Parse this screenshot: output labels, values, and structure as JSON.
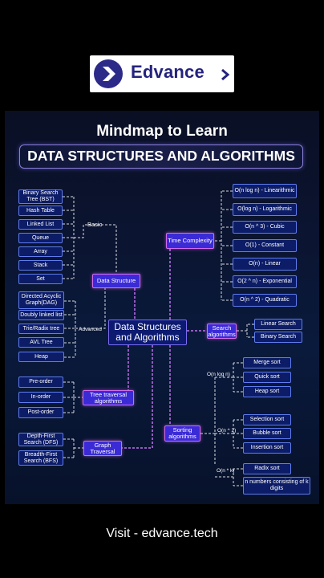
{
  "brand": {
    "name": "Edvance",
    "logo_color": "#2b2a88"
  },
  "poster": {
    "subtitle": "Mindmap to Learn",
    "title": "DATA STRUCTURES AND ALGORITHMS"
  },
  "mindmap": {
    "center": "Data Structures and Algorithms",
    "data_structure": {
      "hub": "Data Structure",
      "basic_label": "Basic",
      "advanced_label": "Advanced",
      "basic": [
        "Binary Search Tree (BST)",
        "Hash Table",
        "Linked List",
        "Queue",
        "Array",
        "Stack",
        "Set"
      ],
      "advanced": [
        "Directed Acyclic Graph(DAG)",
        "Doubly linked list",
        "Trie/Radix tree",
        "AVL Tree",
        "Heap"
      ]
    },
    "time_complexity": {
      "hub": "Time Complexity",
      "items": [
        "O(n log n) - Linearithmic",
        "O(log n) - Logarithmic",
        "O(n ^ 3) - Cubic",
        "O(1) - Constant",
        "O(n) - Linear",
        "O(2 ^ n) - Exponential",
        "O(n ^ 2) - Quadratic"
      ]
    },
    "search": {
      "hub": "Search algorithms",
      "items": [
        "Linear Search",
        "Binary Search"
      ]
    },
    "tree_traversal": {
      "hub": "Tree traversal algorithms",
      "items": [
        "Pre-order",
        "In-order",
        "Post-order"
      ]
    },
    "graph_traversal": {
      "hub": "Graph Traversal",
      "items": [
        "Depth-First Search (DFS)",
        "Breadth-First Search (BFS)"
      ]
    },
    "sorting": {
      "hub": "Sorting algorithms",
      "groups": [
        {
          "label": "O(n log n)",
          "items": [
            "Merge sort",
            "Quick sort",
            "Heap sort"
          ]
        },
        {
          "label": "O(n ^ 2)",
          "items": [
            "Selection sort",
            "Bubble sort",
            "Insertion sort"
          ]
        },
        {
          "label": "O(n * k)",
          "items": [
            "Radix sort",
            "n numbers consisting of k digits"
          ]
        }
      ]
    }
  },
  "footer": {
    "text": "Visit - edvance.tech"
  }
}
